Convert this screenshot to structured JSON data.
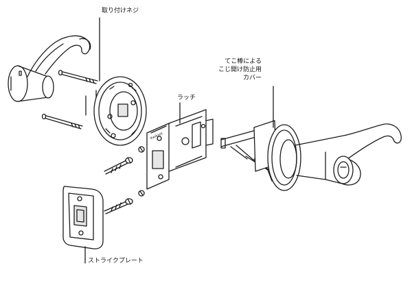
{
  "labels": {
    "mounting_screws": "取り付けネジ",
    "latch": "ラッチ",
    "pry_cover_line1": "てこ棒による",
    "pry_cover_line2": "こじ開け防止用",
    "pry_cover_line3": "カバー",
    "strike_plate": "ストライクプレート",
    "latch_brand": "Kwikset"
  },
  "colors": {
    "line": "#1a1a1a",
    "background": "#ffffff",
    "shade": "#e6e6e6"
  }
}
